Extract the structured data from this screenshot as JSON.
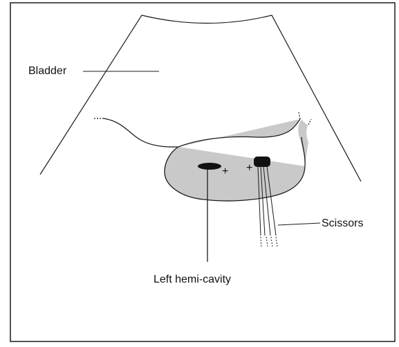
{
  "labels": {
    "bladder": "Bladder",
    "scissors": "Scissors",
    "left_hemi_cavity": "Left hemi-cavity"
  },
  "marks": {
    "plus": "+"
  },
  "colors": {
    "line": "#1a1a1a",
    "cavity_fill": "#c9c9c9",
    "dark_fill": "#111111",
    "background": "#ffffff"
  },
  "icons": {
    "scissors": "scissors-icon"
  }
}
